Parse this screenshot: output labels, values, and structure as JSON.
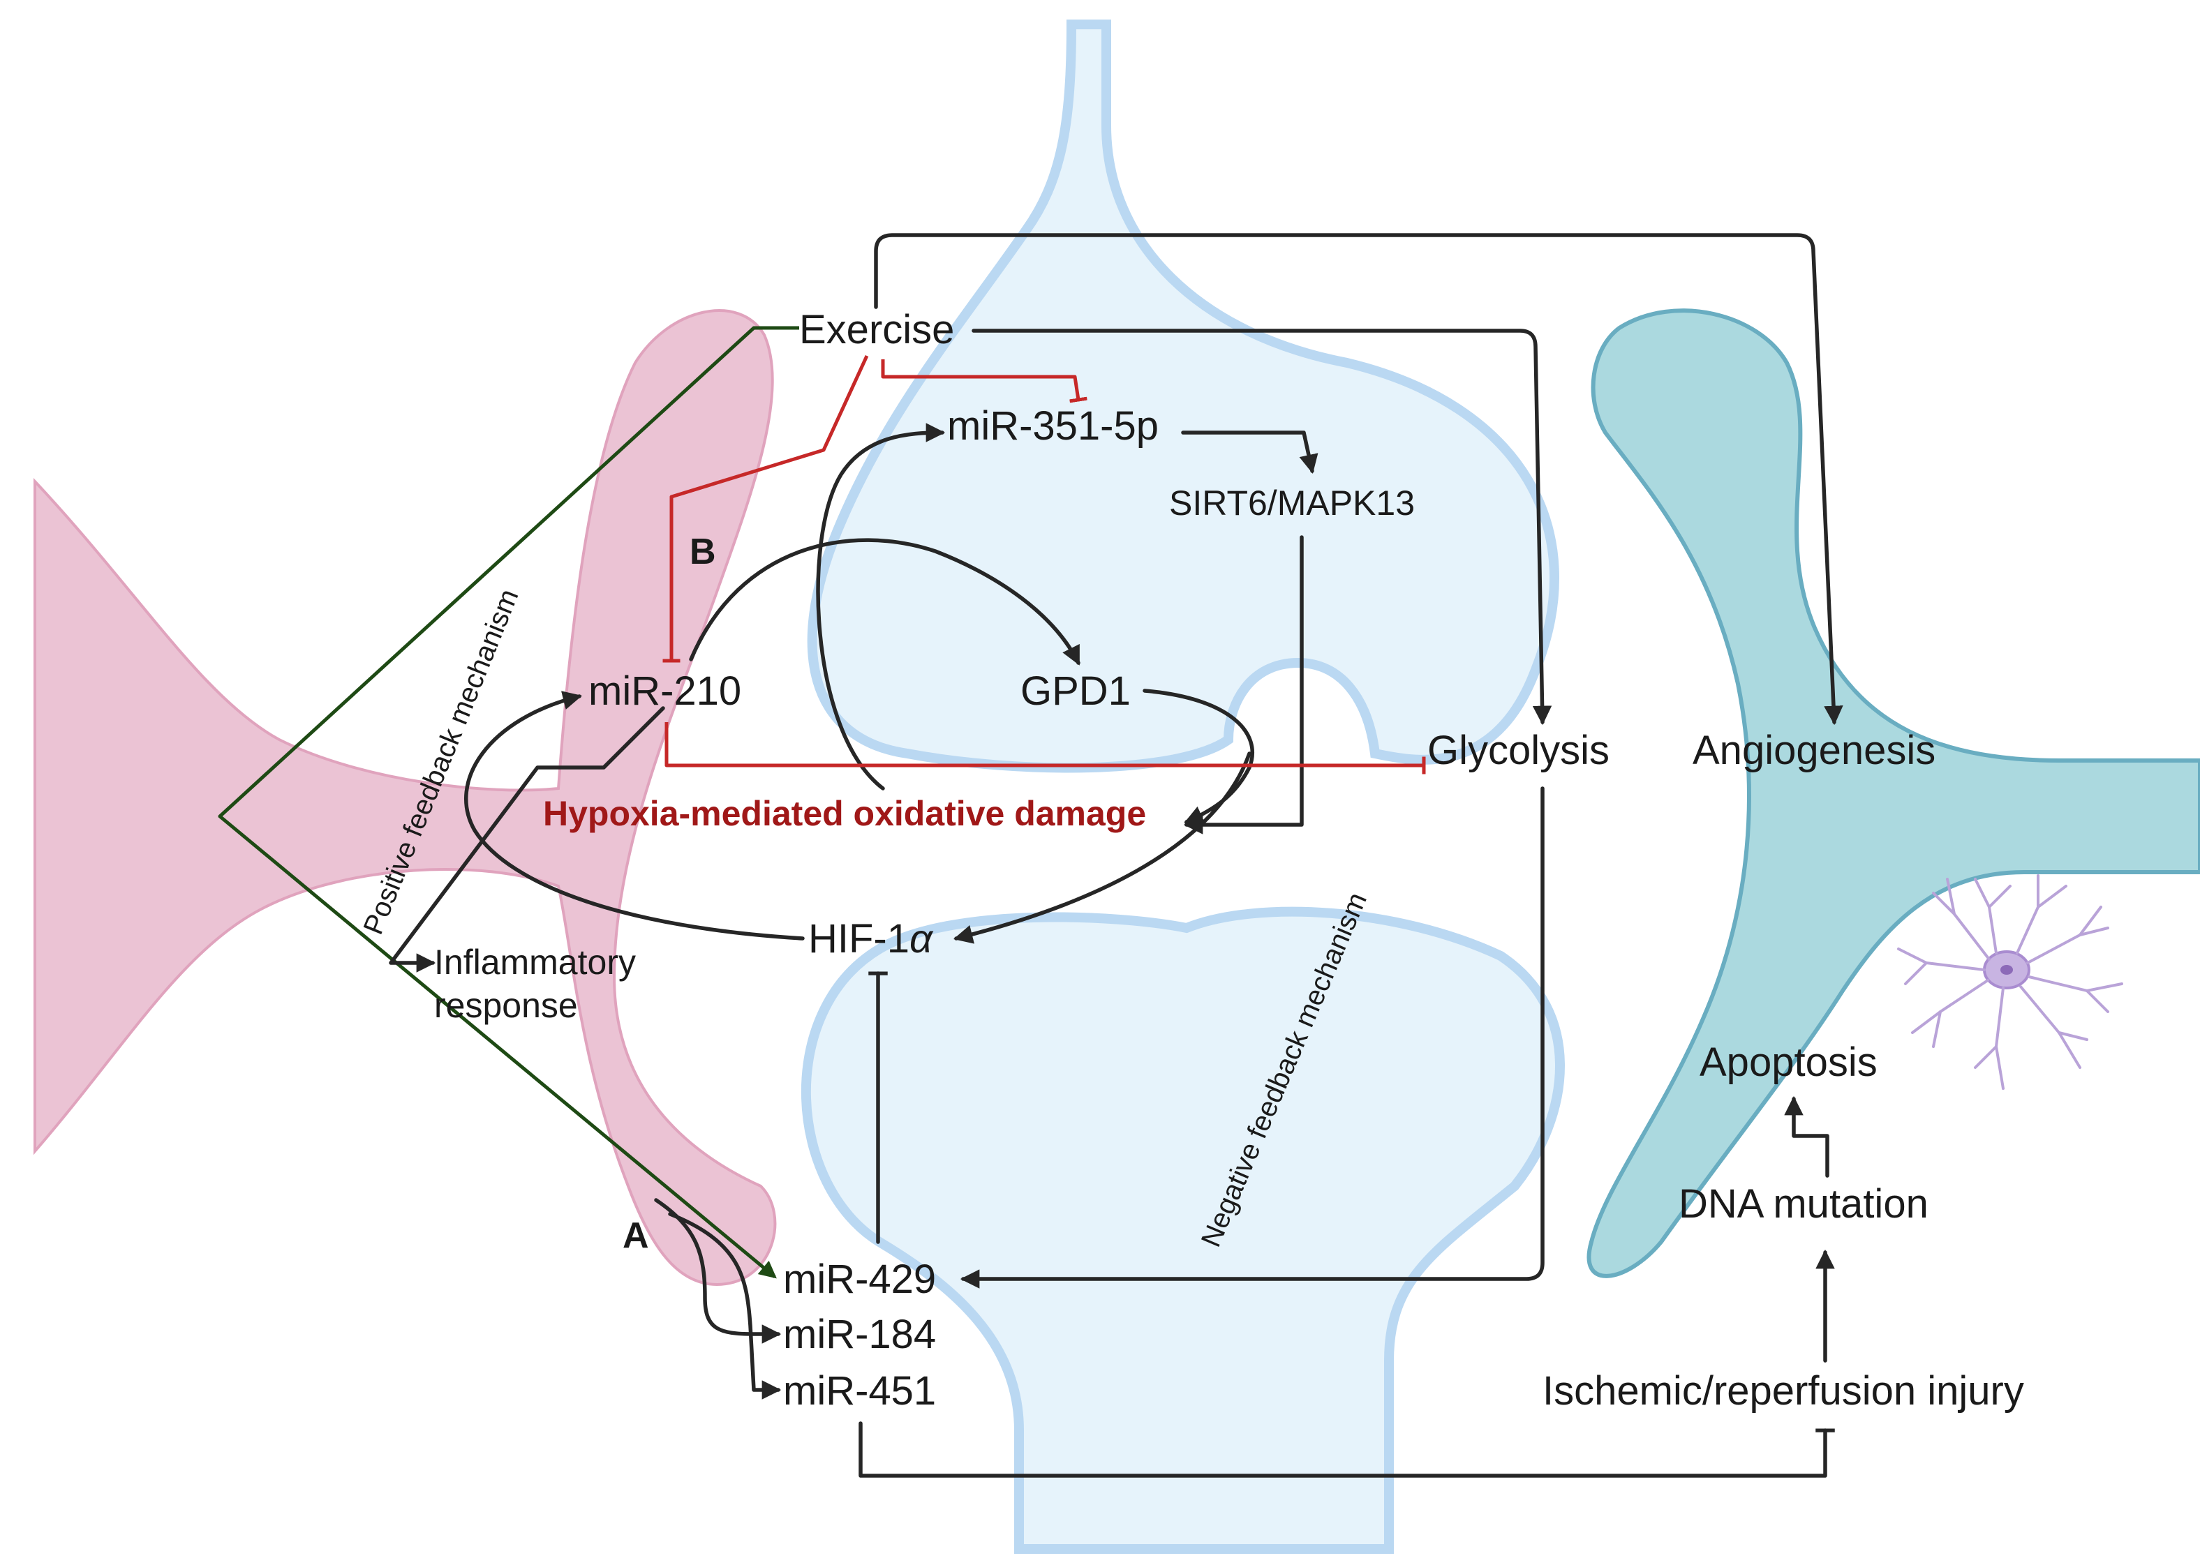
{
  "nodes": {
    "exercise": "Exercise",
    "mir351": "miR-351-5p",
    "sirt6": "SIRT6/MAPK13",
    "mir210": "miR-210",
    "gpd1": "GPD1",
    "glycolysis": "Glycolysis",
    "angiogenesis": "Angiogenesis",
    "hypoxia": "Hypoxia-mediated oxidative damage",
    "hif1a_prefix": "HIF-1",
    "hif1a_alpha": "α",
    "inflammatory_line1": "Inflammatory",
    "inflammatory_line2": "response",
    "apoptosis": "Apoptosis",
    "dna_mutation": "DNA mutation",
    "mir429": "miR-429",
    "mir184": "miR-184",
    "mir451": "miR-451",
    "ischemic": "Ischemic/reperfusion injury"
  },
  "labels": {
    "panel_a": "A",
    "panel_b": "B",
    "positive_feedback": "Positive feedback mechanism",
    "negative_feedback": "Negative feedback mechanism"
  },
  "colors": {
    "pink_cell": "#ebc3d4",
    "pink_outline": "#e0a3bd",
    "blue_cell": "#e6f3fb",
    "blue_outline": "#bad8f2",
    "teal_cell": "#abd9df",
    "teal_outline": "#69adc1",
    "activation_arrow": "#262626",
    "inhibition_line": "#c62828",
    "exercise_pathway": "#1e4a14",
    "hypoxia_text": "#a01818",
    "neuron": "#b9a3d8"
  },
  "icons": {
    "neuron": "neuron-cell-icon"
  }
}
